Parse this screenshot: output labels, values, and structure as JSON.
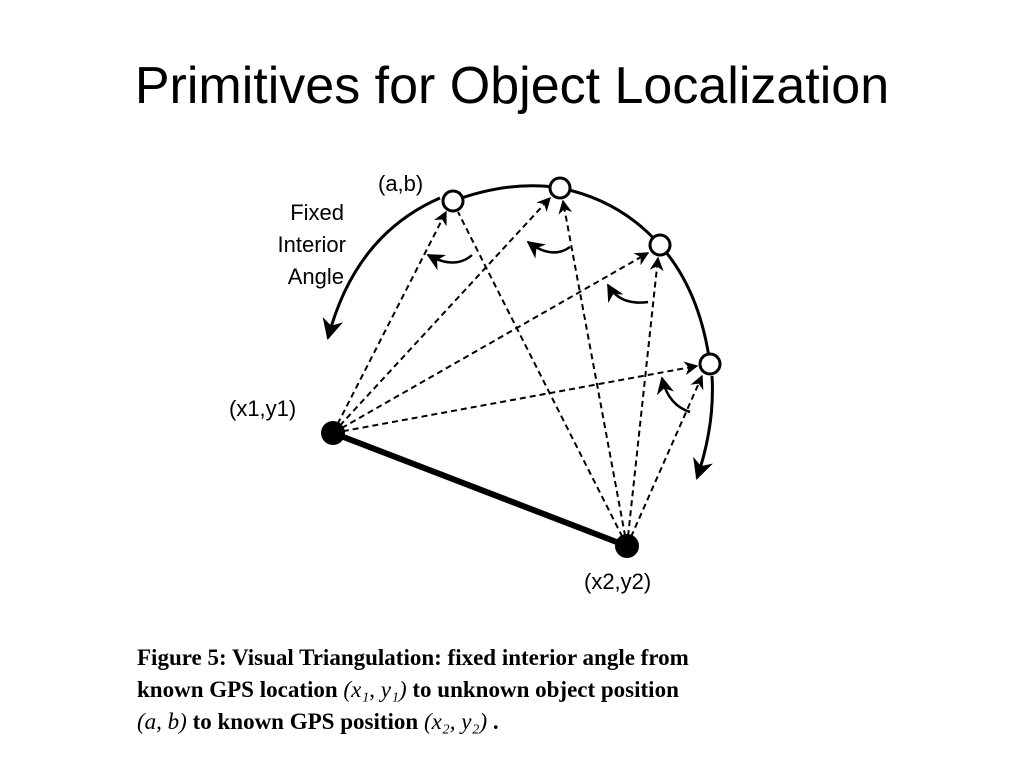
{
  "slide": {
    "title": "Primitives for Object Localization"
  },
  "diagram": {
    "label_object": "(a,b)",
    "label_angle": [
      "Fixed",
      "Interior",
      "Angle"
    ],
    "label_p1": "(x1,y1)",
    "label_p2": "(x2,y2)"
  },
  "caption": {
    "line1": "Figure 5: Visual Triangulation: fixed interior angle from",
    "line2a": "known GPS location",
    "line2m": "(x₁, y₁)",
    "line2b": "to unknown object position",
    "line3m1": "(a, b)",
    "line3a": "to known GPS position",
    "line3m2": "(x₂, y₂)",
    "line3b": "."
  }
}
